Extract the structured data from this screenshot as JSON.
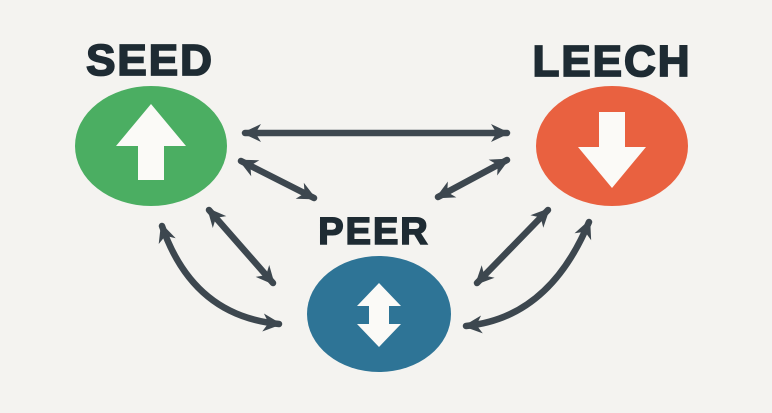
{
  "diagram": {
    "background_color": "#f4f3f0",
    "arrow_color": "#3d474f",
    "label_color": "#1e2b33",
    "icon_color": "#fbfaf7",
    "nodes": {
      "seed": {
        "label": "SEED",
        "color": "#4bae62",
        "icon": "upload-arrow-icon"
      },
      "leech": {
        "label": "LEECH",
        "color": "#e96140",
        "icon": "download-arrow-icon"
      },
      "peer": {
        "label": "PEER",
        "color": "#2e7496",
        "icon": "upload-download-arrow-icon"
      }
    },
    "connections": [
      {
        "from": "seed",
        "to": "leech",
        "style": "straight-horizontal",
        "bidirectional": true
      },
      {
        "from": "seed",
        "to": "peer",
        "style": "short-diagonal",
        "bidirectional": true
      },
      {
        "from": "peer",
        "to": "leech",
        "style": "short-diagonal",
        "bidirectional": true
      },
      {
        "from": "seed",
        "to": "peer",
        "style": "straight-diagonal",
        "bidirectional": true
      },
      {
        "from": "seed",
        "to": "peer",
        "style": "curved",
        "bidirectional": true
      },
      {
        "from": "peer",
        "to": "leech",
        "style": "straight-diagonal",
        "bidirectional": true
      },
      {
        "from": "peer",
        "to": "leech",
        "style": "curved",
        "bidirectional": true
      }
    ]
  }
}
